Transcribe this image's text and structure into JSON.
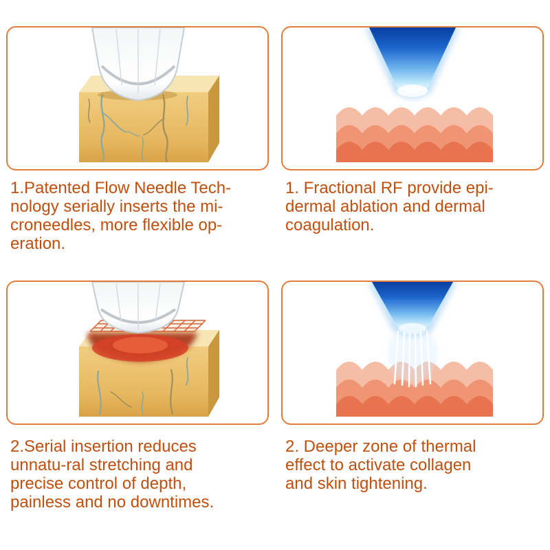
{
  "colors": {
    "panel_border": "#e17d3b",
    "caption_text": "#c14f0e",
    "skin_tan": "#e6b75f",
    "beam_blue": "#1b64cc",
    "skin_pink": "#f6bda6",
    "heat_red": "#d64127"
  },
  "panels": [
    {
      "id": "flow-needle",
      "illustration": "handpiece-inserting-into-skin-illustration",
      "caption_lines": [
        "1.Patented Flow Needle Tech-",
        "nology serially inserts the mi-",
        "croneedles, more flexible op-",
        "eration."
      ]
    },
    {
      "id": "fractional-rf",
      "illustration": "rf-beam-over-skin-illustration",
      "caption_lines": [
        "1. Fractional RF provide epi-",
        "dermal ablation and dermal",
        "coagulation."
      ]
    },
    {
      "id": "serial-insertion",
      "illustration": "handpiece-needle-grid-heated-skin-illustration",
      "caption_lines": [
        "2.Serial insertion reduces",
        "unnatu-ral stretching and",
        "precise control of depth,",
        "painless and no downtimes."
      ]
    },
    {
      "id": "deeper-zone",
      "illustration": "rf-beam-with-needles-into-skin-illustration",
      "caption_lines": [
        "2. Deeper zone of thermal",
        "effect to activate collagen",
        "and skin tightening."
      ]
    }
  ]
}
